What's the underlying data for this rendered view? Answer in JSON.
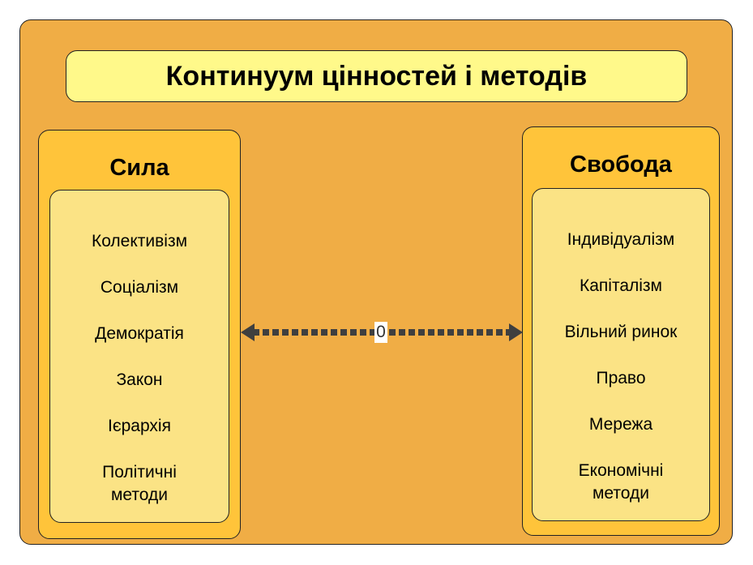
{
  "title": "Континуум цінностей і методів",
  "left": {
    "heading": "Сила",
    "items": [
      "Колективізм",
      "Соціалізм",
      "Демократія",
      "Закон",
      "Ієрархія",
      "Політичні\nметоди"
    ]
  },
  "right": {
    "heading": "Свобода",
    "items": [
      "Індивідуалізм",
      "Капіталізм",
      "Вільний ринок",
      "Право",
      "Мережа",
      "Економічні\nметоди"
    ]
  },
  "connector": {
    "label": "0"
  },
  "colors": {
    "outer": "#F0AD45",
    "title": "#FFF98A",
    "panel": "#FFC43A",
    "inner": "#FBE385",
    "arrow": "#3F3F3F"
  }
}
